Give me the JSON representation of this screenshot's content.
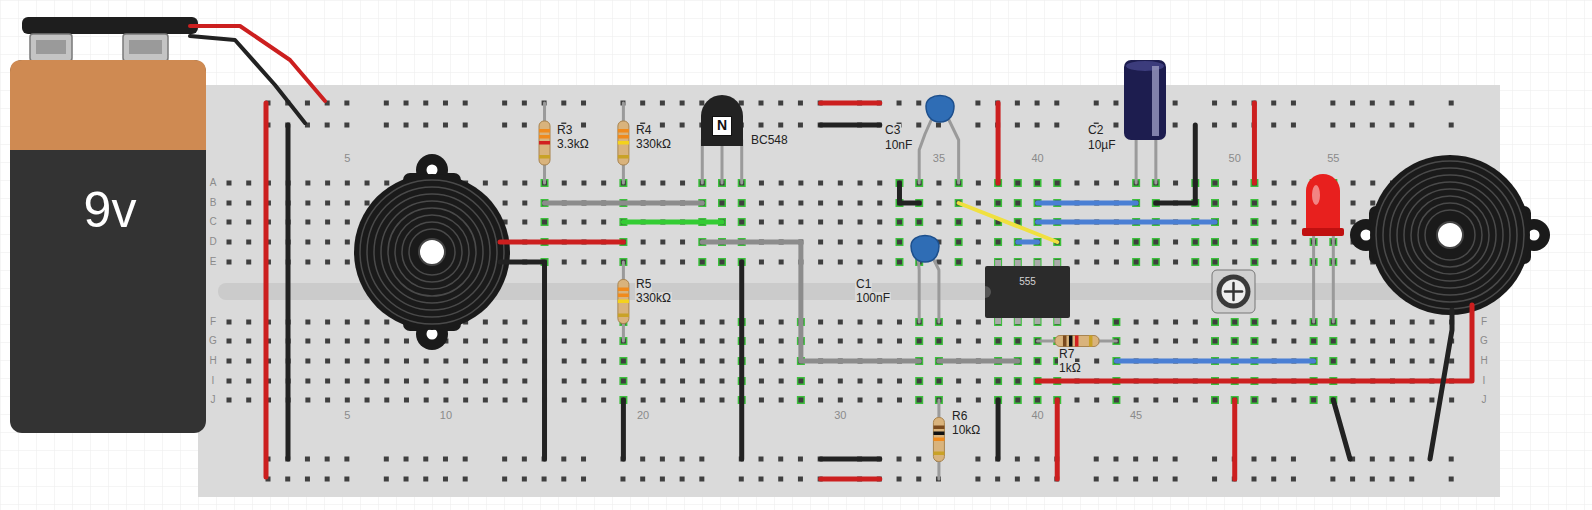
{
  "diagram": {
    "nodes": [
      {
        "text": [
          "9v"
        ]
      },
      {
        "text": [
          "N"
        ]
      },
      {
        "text": [
          "555"
        ]
      }
    ],
    "labels": [
      "R3",
      "3.3kΩ",
      "R4",
      "330kΩ",
      "BC548",
      "C3",
      "10nF",
      "C2",
      "10µF",
      "R5",
      "330kΩ",
      "C1",
      "100nF",
      "R7",
      "1kΩ",
      "R6",
      "10kΩ",
      "5",
      "35",
      "40",
      "50",
      "55",
      "5",
      "10",
      "20",
      "30",
      "40",
      "45",
      "A",
      "B",
      "C",
      "D",
      "E",
      "F",
      "G",
      "H",
      "I",
      "J",
      "F",
      "G",
      "H",
      "I",
      "J"
    ]
  }
}
